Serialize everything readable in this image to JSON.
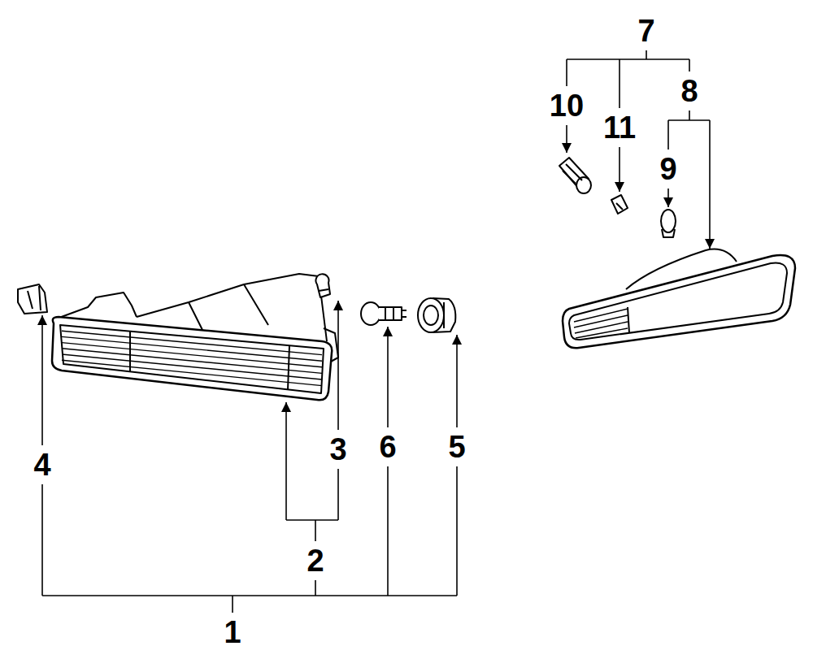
{
  "diagram": {
    "labels": [
      "7",
      "8",
      "10",
      "11",
      "9",
      "3",
      "4",
      "6",
      "5",
      "2",
      "1"
    ]
  }
}
